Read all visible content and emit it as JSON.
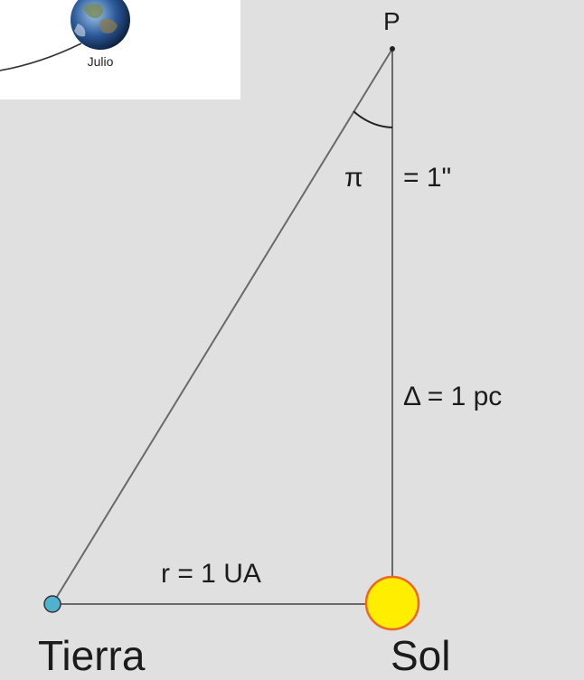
{
  "inset": {
    "month_label": "Julio",
    "earth_icon": "earth-globe-icon"
  },
  "labels": {
    "star_point": "P",
    "parallax_symbol": "π",
    "parallax_value": "= 1\"",
    "distance": "Δ = 1 pc",
    "baseline": "r = 1 UA",
    "earth": "Tierra",
    "sun": "Sol"
  },
  "colors": {
    "background": "#e0e0e0",
    "line": "#6a6a6a",
    "earth_fill": "#4fb3cf",
    "sun_fill": "#ffee00",
    "sun_stroke": "#ee6622"
  }
}
